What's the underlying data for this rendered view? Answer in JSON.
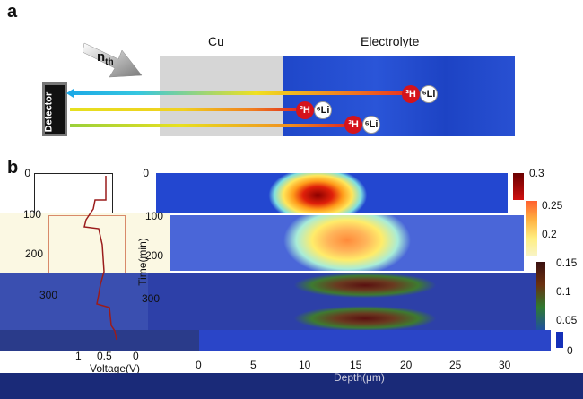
{
  "panel_a": {
    "label": "a",
    "neutron_label": "n",
    "neutron_sub": "th",
    "cu_label": "Cu",
    "electrolyte_label": "Electrolyte",
    "detector_label": "Detector",
    "particles": [
      {
        "h": "³H",
        "li": "⁶Li"
      },
      {
        "h": "³H",
        "li": "⁶Li"
      },
      {
        "h": "³H",
        "li": "⁶Li"
      }
    ]
  },
  "panel_b": {
    "label": "b",
    "voltage_plot": {
      "x_ticks": [
        "1",
        "0.5",
        "0"
      ],
      "xlabel": "Voltage(V)",
      "y_ticks": [
        "0",
        "100",
        "200",
        "300"
      ]
    },
    "heatmap": {
      "y_ticks": [
        "0",
        "100",
        "200",
        "300"
      ],
      "ylabel": "Time(min)",
      "x_ticks": [
        "0",
        "5",
        "10",
        "15",
        "20",
        "25",
        "30"
      ],
      "xlabel": "Depth(μm)",
      "colorbar_ticks": [
        "0.3",
        "0.25",
        "0.2",
        "0.15",
        "0.1",
        "0.05",
        "0"
      ]
    }
  },
  "chart_data": {
    "type": "heatmap",
    "title": "",
    "xlabel": "Depth(μm)",
    "ylabel": "Time(min)",
    "xlim": [
      0,
      30
    ],
    "ylim": [
      0,
      380
    ],
    "colorbar_range": [
      0,
      0.3
    ]
  }
}
